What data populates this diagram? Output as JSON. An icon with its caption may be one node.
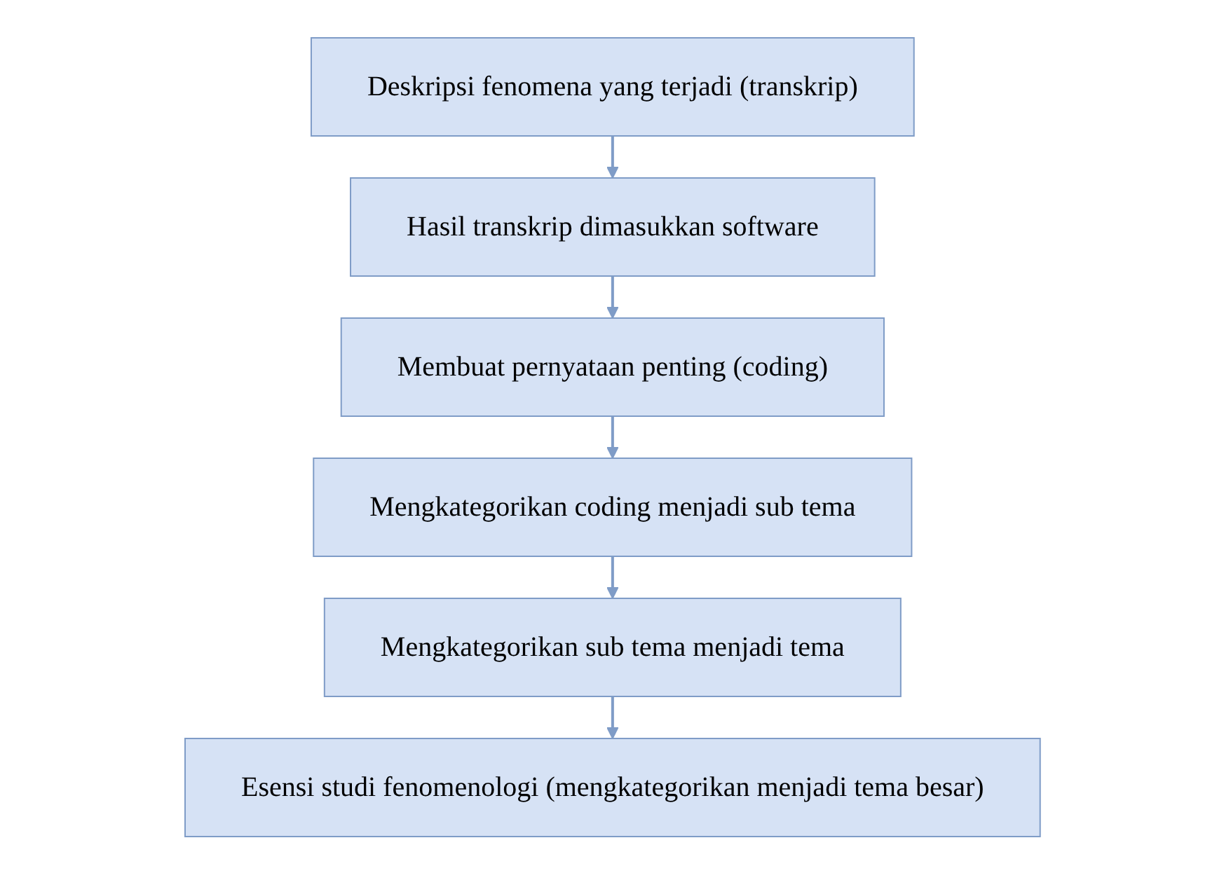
{
  "diagram": {
    "nodes": [
      {
        "text": [
          "Deskripsi fenomena yang terjadi (transkrip)"
        ]
      },
      {
        "text": [
          "Hasil transkrip dimasukkan software"
        ]
      },
      {
        "text": [
          "Membuat pernyataan penting (coding)"
        ]
      },
      {
        "text": [
          "Mengkategorikan coding menjadi sub tema"
        ]
      },
      {
        "text": [
          "Mengkategorikan sub tema menjadi tema"
        ]
      },
      {
        "text": [
          "Esensi studi fenomenologi (mengkategorikan menjadi tema besar)"
        ]
      }
    ],
    "edges": [
      {
        "from": 0,
        "to": 1,
        "arrow": "to"
      },
      {
        "from": 1,
        "to": 2,
        "arrow": "to"
      },
      {
        "from": 2,
        "to": 3,
        "arrow": "to"
      },
      {
        "from": 3,
        "to": 4,
        "arrow": "to"
      },
      {
        "from": 4,
        "to": 5,
        "arrow": "to"
      }
    ]
  }
}
